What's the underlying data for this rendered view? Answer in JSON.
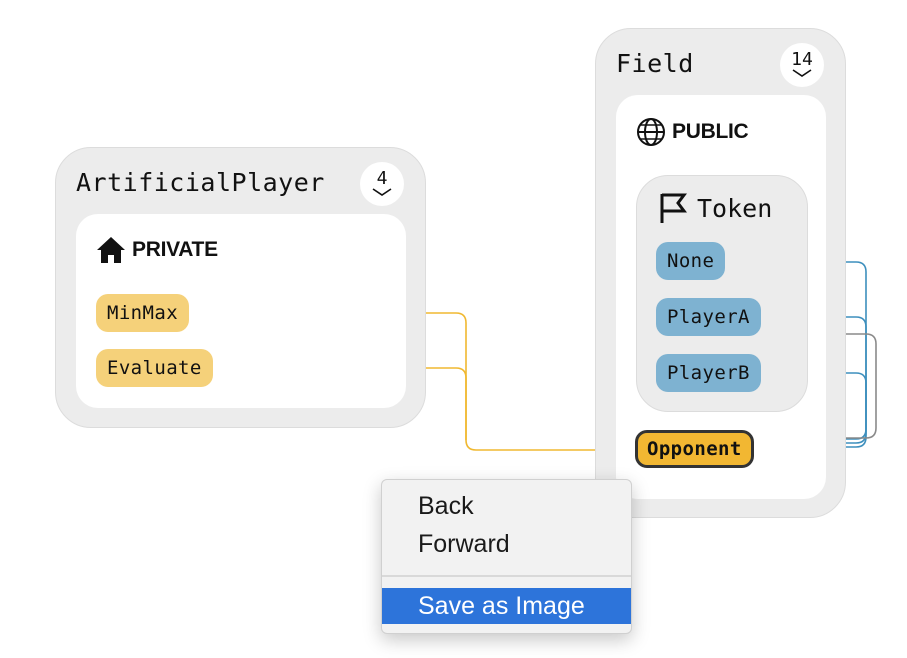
{
  "modules": {
    "artificial_player": {
      "title": "ArtificialPlayer",
      "count": "4",
      "section": {
        "label": "PRIVATE",
        "icon": "home-icon",
        "members": [
          "MinMax",
          "Evaluate"
        ]
      }
    },
    "field": {
      "title": "Field",
      "count": "14",
      "section": {
        "label": "PUBLIC",
        "icon": "globe-icon",
        "type": {
          "title": "Token",
          "icon": "flag-icon",
          "values": [
            "None",
            "PlayerA",
            "PlayerB"
          ]
        },
        "opponent": "Opponent"
      }
    }
  },
  "context_menu": {
    "items": [
      "Back",
      "Forward",
      "Save as Image"
    ],
    "highlighted": "Save as Image"
  },
  "colors": {
    "module_bg": "#ececec",
    "private_member": "#f5d17a",
    "enum_value": "#7eb2d1",
    "opponent": "#f2b732",
    "wire_yellow": "#f0b830",
    "wire_blue": "#3d8fbd",
    "wire_gray": "#8a8a8a",
    "menu_highlight": "#2d74da"
  }
}
